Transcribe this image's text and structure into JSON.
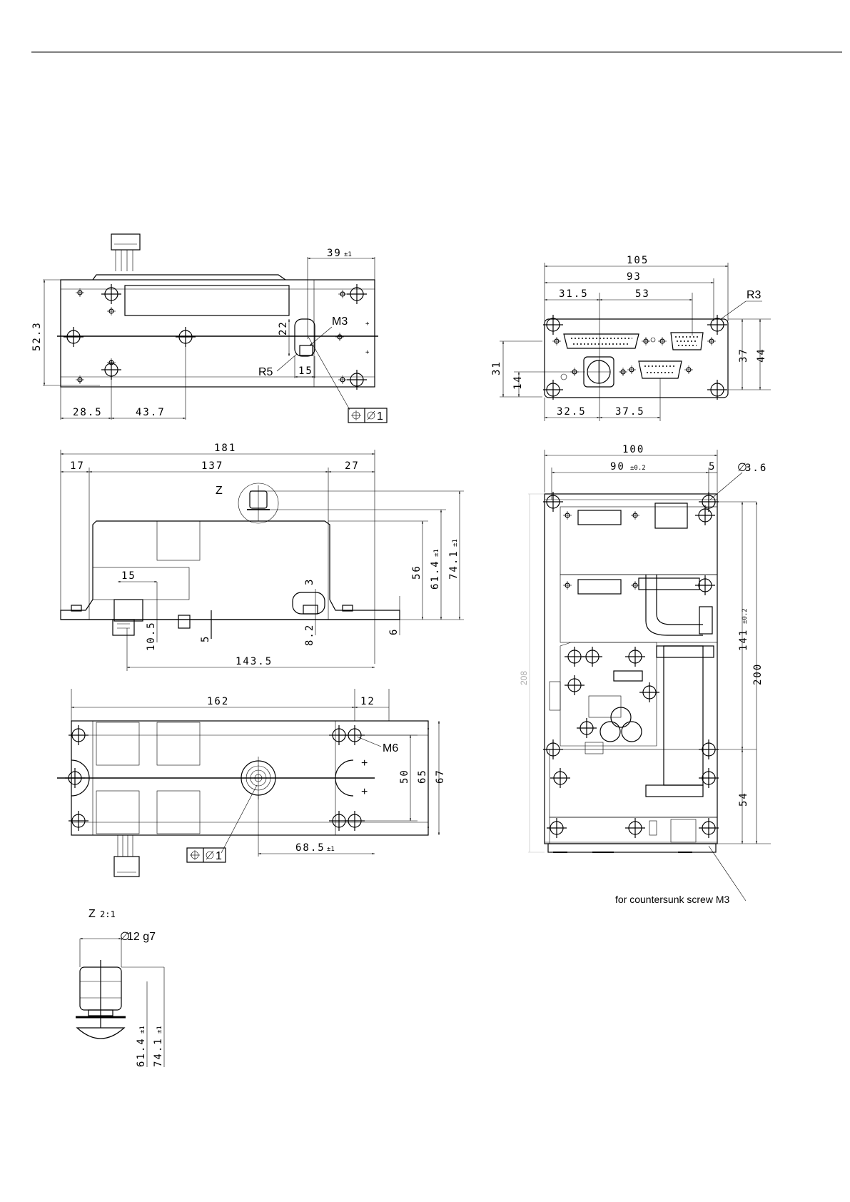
{
  "top_view": {
    "dims": {
      "d39": "39",
      "tol39": "±1",
      "d52_3": "52.3",
      "d22": "22",
      "d15": "15",
      "d28_5": "28.5",
      "d43_7": "43.7"
    },
    "labels": {
      "m3": "M3",
      "r5": "R5"
    },
    "position_tol": {
      "value": "1"
    }
  },
  "side_view": {
    "dims": {
      "d181": "181",
      "d17": "17",
      "d137": "137",
      "d27": "27",
      "d15": "15",
      "d3": "3",
      "d56": "56",
      "d61_4": "61.4",
      "d74_1": "74.1",
      "tol": "±1",
      "d10_5": "10.5",
      "d5": "5",
      "d8_2": "8.2",
      "d6": "6",
      "d143_5": "143.5"
    },
    "labels": {
      "z": "Z"
    }
  },
  "bottom_view": {
    "dims": {
      "d162": "162",
      "d12": "12",
      "d50": "50",
      "d65": "65",
      "d67": "67",
      "d68_5": "68.5",
      "tol": "±1"
    },
    "labels": {
      "m6": "M6"
    },
    "position_tol": {
      "value": "1"
    }
  },
  "detail_z": {
    "title": "Z",
    "scale": "2:1",
    "dims": {
      "d12": "12 g7",
      "d61_4": "61.4",
      "d74_1": "74.1",
      "tol": "±1"
    }
  },
  "front_view": {
    "dims": {
      "d105": "105",
      "d93": "93",
      "d31_5": "31.5",
      "d53": "53",
      "d31": "31",
      "d14": "14",
      "d37": "37",
      "d44": "44",
      "d32_5": "32.5",
      "d37_5": "37.5"
    },
    "labels": {
      "r3": "R3"
    }
  },
  "rear_view": {
    "dims": {
      "d100": "100",
      "d90": "90",
      "tol90": "±0.2",
      "d5": "5",
      "d3_6": "3.6",
      "d141": "141",
      "tol141": "±0.2",
      "d200": "200",
      "d54": "54",
      "d208": "208"
    },
    "note": "for countersunk screw M3"
  }
}
